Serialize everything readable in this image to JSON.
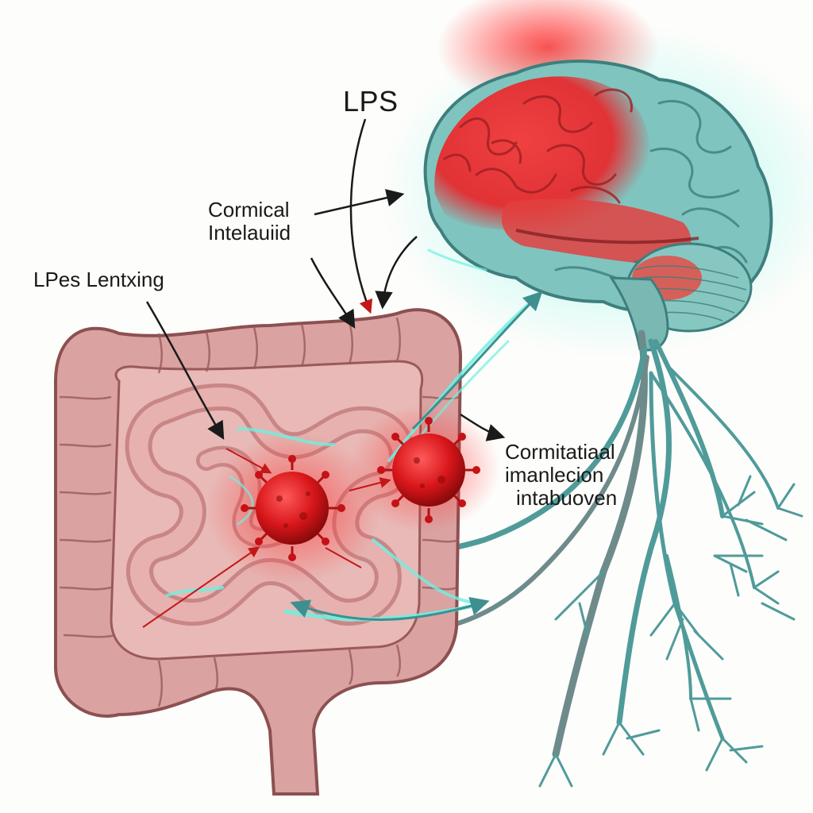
{
  "labels": {
    "lps": "LPS",
    "cortical": [
      "Cormical",
      "Intelauiid"
    ],
    "leaking": "LPes Lentxing",
    "inflammation": [
      "Cormitatiaal",
      "imanlecion",
      "intabuoven"
    ]
  },
  "icons": [
    "brain-icon",
    "intestine-icon",
    "bacteria-icon",
    "nerve-icon",
    "arrow-icon"
  ],
  "colors": {
    "brain_red": "#e8262c",
    "brain_teal": "#5fb3ae",
    "intestine": "#d99a9a",
    "intestine_outline": "#8c5050",
    "bacteria": "#d01818",
    "glow_teal": "#6ef0e0",
    "nerve": "#4f9b9a",
    "arrow": "#1a1a1a"
  }
}
